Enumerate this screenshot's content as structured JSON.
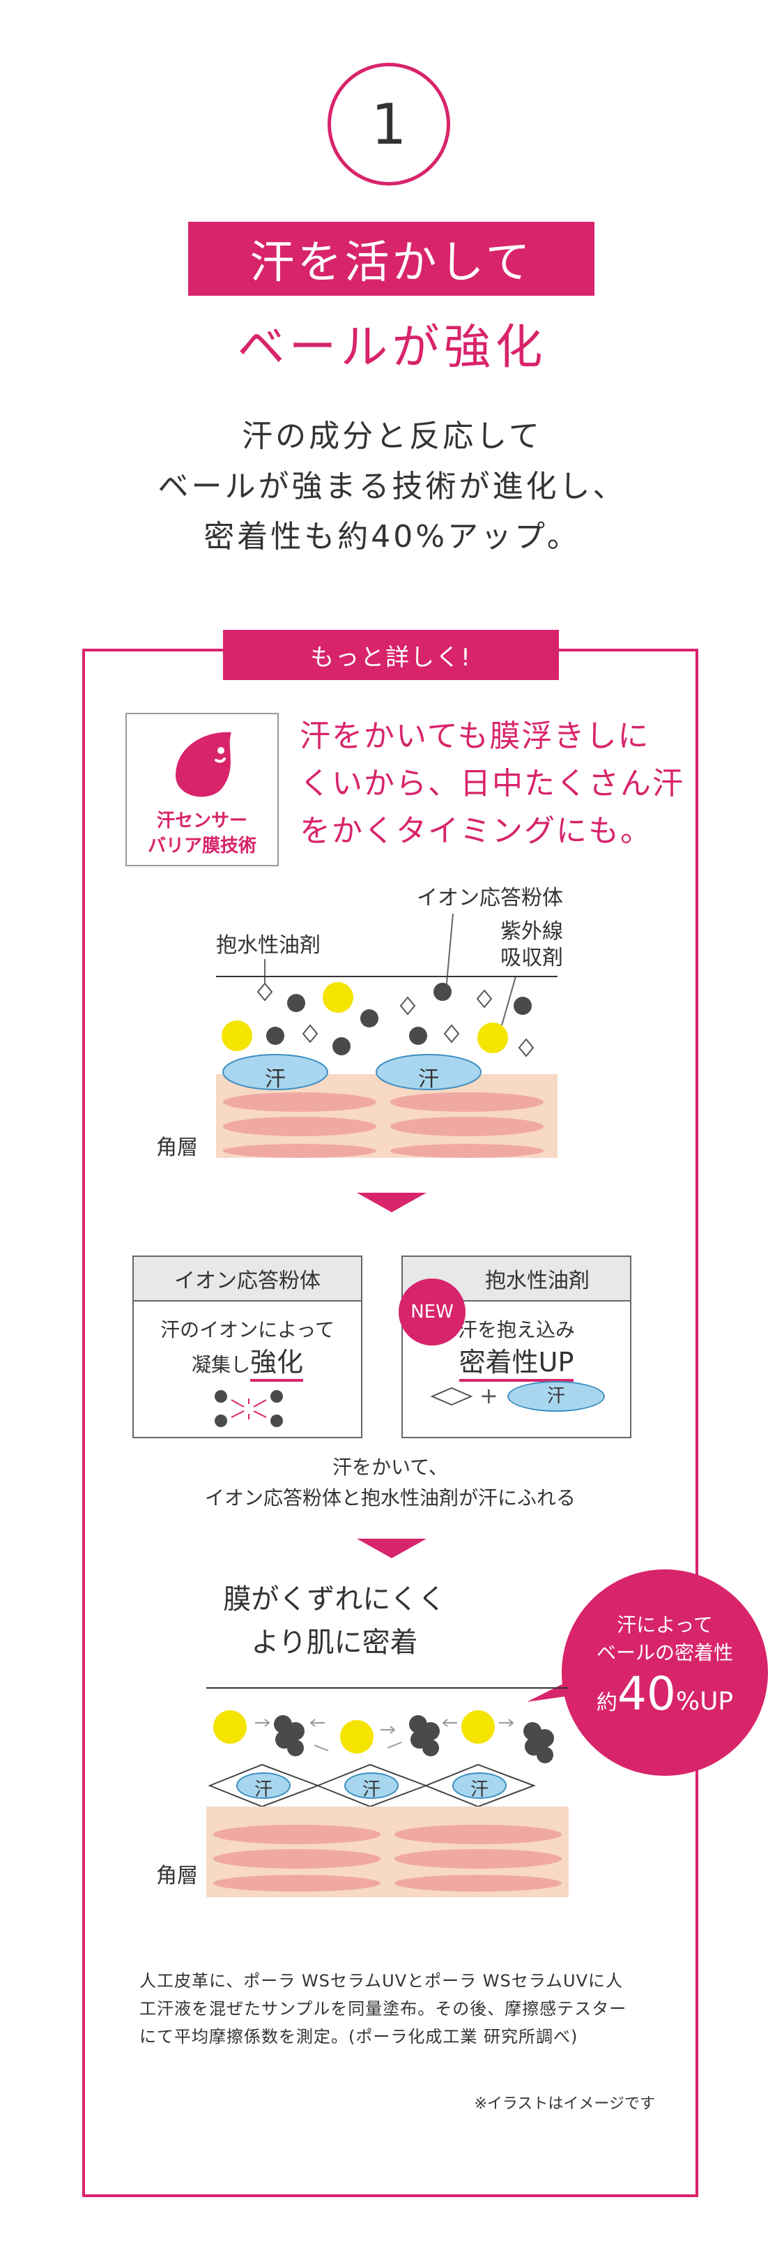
{
  "section": {
    "number": "1",
    "title": "汗を活かして",
    "subtitle": "ベールが強化",
    "lead": "汗の成分と反応して\nベールが強まる技術が進化し、\n密着性も約40%アップ。"
  },
  "detail": {
    "more_label": "もっと詳しく!",
    "badge_line1": "汗センサー",
    "badge_line2": "バリア膜技術",
    "tech_text": "汗をかいても膜浮きしに\nくいから、日中たくさん汗\nをかくタイミングにも。",
    "diagram1": {
      "label_ion": "イオン応答粉体",
      "label_oil": "抱水性油剤",
      "label_uv1": "紫外線",
      "label_uv2": "吸収剤",
      "sweat1": "汗",
      "sweat2": "汗",
      "skin_label": "角層"
    },
    "box_left": {
      "title": "イオン応答粉体",
      "line1": "汗のイオンによって",
      "line2_prefix": "凝集し",
      "line2_strong": "強化"
    },
    "box_right": {
      "new_badge": "NEW",
      "title": "抱水性油剤",
      "line1": "汗を抱え込み",
      "line2_strong": "密着性UP",
      "plus": "+",
      "sweat": "汗"
    },
    "middle_text_line1": "汗をかいて、",
    "middle_text_line2": "イオン応答粉体と抱水性油剤が汗にふれる",
    "result_line1": "膜がくずれにくく",
    "result_line2": "より肌に密着",
    "bubble": {
      "line1": "汗によって",
      "line2": "ベールの密着性",
      "prefix": "約",
      "value": "40",
      "unit": "%UP"
    },
    "diagram2": {
      "sweat1": "汗",
      "sweat2": "汗",
      "sweat3": "汗",
      "skin_label": "角層"
    },
    "footnote": "人工皮革に、ポーラ WSセラムUVとポーラ WSセラムUVに人\n工汗液を混ぜたサンプルを同量塗布。その後、摩擦感テスター\nにて平均摩擦係数を測定。(ポーラ化成工業 研究所調べ)",
    "illustration_note": "※イラストはイメージです"
  },
  "colors": {
    "accent": "#d8246a",
    "yellow": "#f5e300",
    "dark": "#4a4a4a",
    "sweat_blue": "#a9d6ef",
    "skin": "#f7d9c4",
    "skin_stripe": "#f0a9a2"
  }
}
